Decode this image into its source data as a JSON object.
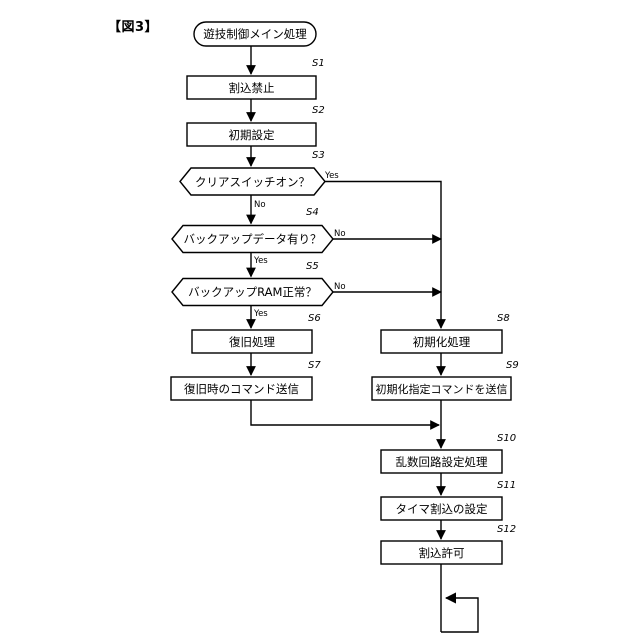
{
  "figure": {
    "label": "【図3】",
    "title": "遊技制御メイン処理"
  },
  "chart_data": {
    "type": "diagram",
    "diagram_type": "flowchart",
    "title": "遊技制御メイン処理",
    "orientation": "top-to-bottom",
    "nodes": [
      {
        "id": "start",
        "step": "",
        "shape": "terminator",
        "label": "遊技制御メイン処理"
      },
      {
        "id": "s1",
        "step": "S1",
        "shape": "process",
        "label": "割込禁止"
      },
      {
        "id": "s2",
        "step": "S2",
        "shape": "process",
        "label": "初期設定"
      },
      {
        "id": "s3",
        "step": "S3",
        "shape": "decision",
        "label": "クリアスイッチオン？"
      },
      {
        "id": "s4",
        "step": "S4",
        "shape": "decision",
        "label": "バックアップデータ有り？"
      },
      {
        "id": "s5",
        "step": "S5",
        "shape": "decision",
        "label": "バックアップRAM正常？"
      },
      {
        "id": "s6",
        "step": "S6",
        "shape": "process",
        "label": "復旧処理"
      },
      {
        "id": "s7",
        "step": "S7",
        "shape": "process",
        "label": "復旧時のコマンド送信"
      },
      {
        "id": "s8",
        "step": "S8",
        "shape": "process",
        "label": "初期化処理"
      },
      {
        "id": "s9",
        "step": "S9",
        "shape": "process",
        "label": "初期化指定コマンドを送信"
      },
      {
        "id": "s10",
        "step": "S10",
        "shape": "process",
        "label": "乱数回路設定処理"
      },
      {
        "id": "s11",
        "step": "S11",
        "shape": "process",
        "label": "タイマ割込の設定"
      },
      {
        "id": "s12",
        "step": "S12",
        "shape": "process",
        "label": "割込許可"
      }
    ],
    "edges": [
      {
        "from": "start",
        "to": "s1",
        "label": ""
      },
      {
        "from": "s1",
        "to": "s2",
        "label": ""
      },
      {
        "from": "s2",
        "to": "s3",
        "label": ""
      },
      {
        "from": "s3",
        "to": "s4",
        "label": "No"
      },
      {
        "from": "s3",
        "to": "s8",
        "label": "Yes"
      },
      {
        "from": "s4",
        "to": "s5",
        "label": "Yes"
      },
      {
        "from": "s4",
        "to": "s8",
        "label": "No"
      },
      {
        "from": "s5",
        "to": "s6",
        "label": "Yes"
      },
      {
        "from": "s5",
        "to": "s8",
        "label": "No"
      },
      {
        "from": "s6",
        "to": "s7",
        "label": ""
      },
      {
        "from": "s7",
        "to": "s10",
        "label": ""
      },
      {
        "from": "s8",
        "to": "s9",
        "label": ""
      },
      {
        "from": "s9",
        "to": "s10",
        "label": ""
      },
      {
        "from": "s10",
        "to": "s11",
        "label": ""
      },
      {
        "from": "s11",
        "to": "s12",
        "label": ""
      },
      {
        "from": "s12",
        "to": "loop",
        "label": ""
      }
    ],
    "edge_labels": [
      "Yes",
      "No",
      "No",
      "Yes",
      "No",
      "Yes"
    ],
    "step_labels": [
      "S1",
      "S2",
      "S3",
      "S4",
      "S5",
      "S6",
      "S7",
      "S8",
      "S9",
      "S10",
      "S11",
      "S12"
    ],
    "colors": {
      "stroke": "#000000",
      "fill": "#ffffff",
      "text": "#000000"
    }
  },
  "nodes": {
    "start": {
      "label": "遊技制御メイン処理"
    },
    "s1": {
      "label": "割込禁止",
      "step": "S1"
    },
    "s2": {
      "label": "初期設定",
      "step": "S2"
    },
    "s3": {
      "label": "クリアスイッチオン？",
      "step": "S3"
    },
    "s4": {
      "label": "バックアップデータ有り？",
      "step": "S4"
    },
    "s5": {
      "label": "バックアップRAM正常？",
      "step": "S5"
    },
    "s6": {
      "label": "復旧処理",
      "step": "S6"
    },
    "s7": {
      "label": "復旧時のコマンド送信",
      "step": "S7"
    },
    "s8": {
      "label": "初期化処理",
      "step": "S8"
    },
    "s9": {
      "label": "初期化指定コマンドを送信",
      "step": "S9"
    },
    "s10": {
      "label": "乱数回路設定処理",
      "step": "S10"
    },
    "s11": {
      "label": "タイマ割込の設定",
      "step": "S11"
    },
    "s12": {
      "label": "割込許可",
      "step": "S12"
    }
  },
  "branches": {
    "s3_yes": "Yes",
    "s3_no": "No",
    "s4_no": "No",
    "s4_yes": "Yes",
    "s5_no": "No",
    "s5_yes": "Yes"
  }
}
